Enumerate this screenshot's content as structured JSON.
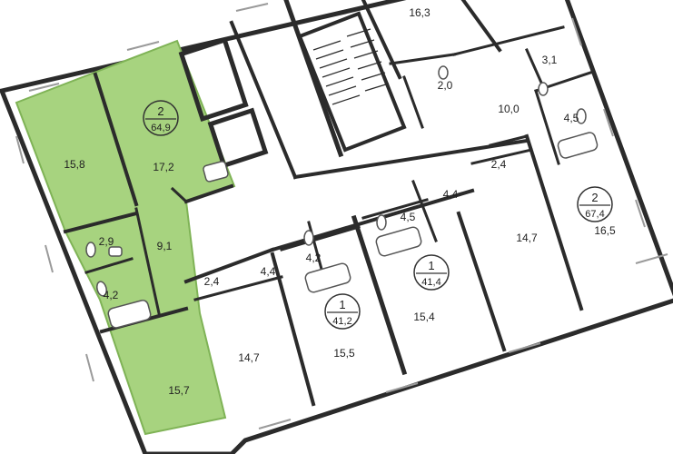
{
  "colors": {
    "wall": "#2b2b2b",
    "highlight": "#a7d37f",
    "highlight_stroke": "#7fb356",
    "window": "#9a9a9a",
    "fixture": "#555555"
  },
  "rooms": [
    {
      "id": "r1",
      "area": "15,8",
      "highlighted": true
    },
    {
      "id": "r2",
      "area": "17,2",
      "highlighted": true
    },
    {
      "id": "r3",
      "area": "2,9",
      "highlighted": true
    },
    {
      "id": "r4",
      "area": "9,1",
      "highlighted": true
    },
    {
      "id": "r5",
      "area": "4,2",
      "highlighted": true
    },
    {
      "id": "r6",
      "area": "15,7",
      "highlighted": true
    },
    {
      "id": "r7",
      "area": "16,3",
      "highlighted": false
    },
    {
      "id": "r8",
      "area": "2,0",
      "highlighted": false
    },
    {
      "id": "r9",
      "area": "3,1",
      "highlighted": false
    },
    {
      "id": "r10",
      "area": "10,0",
      "highlighted": false
    },
    {
      "id": "r11",
      "area": "4,5",
      "highlighted": false
    },
    {
      "id": "r12",
      "area": "2,4",
      "highlighted": false
    },
    {
      "id": "r13",
      "area": "4,4",
      "highlighted": false
    },
    {
      "id": "r14",
      "area": "4,5",
      "highlighted": false
    },
    {
      "id": "r15",
      "area": "14,7",
      "highlighted": false
    },
    {
      "id": "r16",
      "area": "16,5",
      "highlighted": false
    },
    {
      "id": "r17",
      "area": "2,4",
      "highlighted": false
    },
    {
      "id": "r18",
      "area": "4,4",
      "highlighted": false
    },
    {
      "id": "r19",
      "area": "4,2",
      "highlighted": false
    },
    {
      "id": "r20",
      "area": "15,4",
      "highlighted": false
    },
    {
      "id": "r21",
      "area": "14,7",
      "highlighted": false
    },
    {
      "id": "r22",
      "area": "15,5",
      "highlighted": false
    }
  ],
  "apartments": [
    {
      "id": "a1",
      "rooms": "2",
      "area": "64,9",
      "highlighted": true
    },
    {
      "id": "a2",
      "rooms": "2",
      "area": "67,4",
      "highlighted": false
    },
    {
      "id": "a3",
      "rooms": "1",
      "area": "41,4",
      "highlighted": false
    },
    {
      "id": "a4",
      "rooms": "1",
      "area": "41,2",
      "highlighted": false
    }
  ]
}
